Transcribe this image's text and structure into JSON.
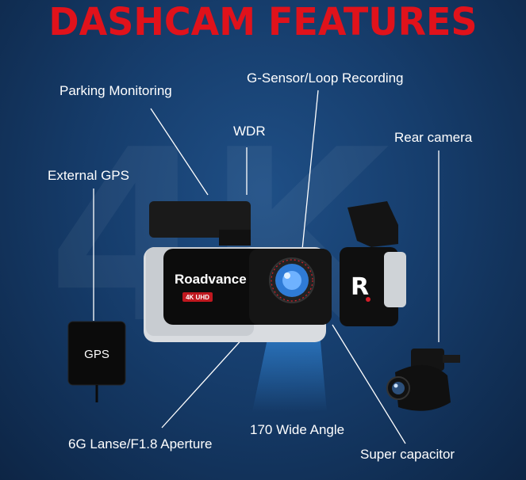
{
  "title": "DASHCAM FEATURES",
  "watermark": "4K",
  "labels": {
    "parking": "Parking Monitoring",
    "gsensor": "G-Sensor/Loop Recording",
    "wdr": "WDR",
    "rear_camera": "Rear camera",
    "external_gps": "External GPS",
    "lens": "6G Lanse/F1.8 Aperture",
    "wide_angle": "170 Wide Angle",
    "capacitor": "Super capacitor"
  },
  "device": {
    "brand": "Roadvance",
    "resolution_badge": "4K UHD",
    "gps_label": "GPS",
    "rear_logo": "R"
  },
  "colors": {
    "title_red": "#e0121b",
    "lens_blue": "#2f7bd6",
    "accent_red": "#d71f2a"
  }
}
